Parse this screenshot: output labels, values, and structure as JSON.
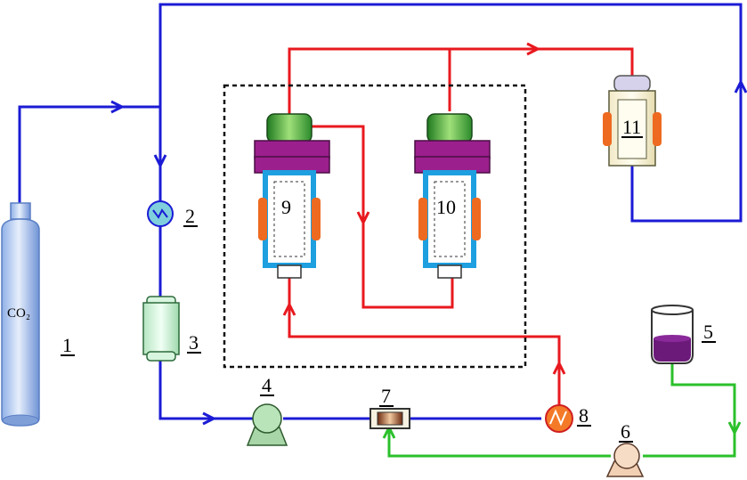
{
  "labels": {
    "co2": "CO₂",
    "n1": "1",
    "n2": "2",
    "n3": "3",
    "n4": "4",
    "n5": "5",
    "n6": "6",
    "n7": "7",
    "n8": "8",
    "n9": "9",
    "n10": "10",
    "n11": "11"
  },
  "colors": {
    "co2_line": "#1b1bd6",
    "heated_line": "#e8191f",
    "liquid_line": "#2bc02b"
  }
}
